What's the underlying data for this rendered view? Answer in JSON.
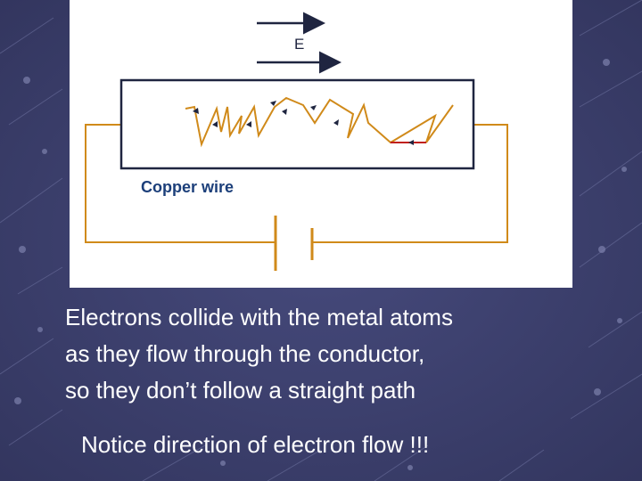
{
  "slide": {
    "diagram": {
      "field_label": "E",
      "wire_label": "Copper wire",
      "colors": {
        "wire": "#d08a1a",
        "electron_path": "#d08a1a",
        "field_arrow": "#1f2540",
        "wire_box": "#1f2540",
        "label": "#1c3f7a",
        "highlight": "#c0201c"
      }
    },
    "caption_lines": [
      "Electrons collide with the metal atoms",
      "as they flow through the conductor,",
      "so they don’t follow a straight path"
    ],
    "notice": "Notice direction of electron flow !!!"
  }
}
